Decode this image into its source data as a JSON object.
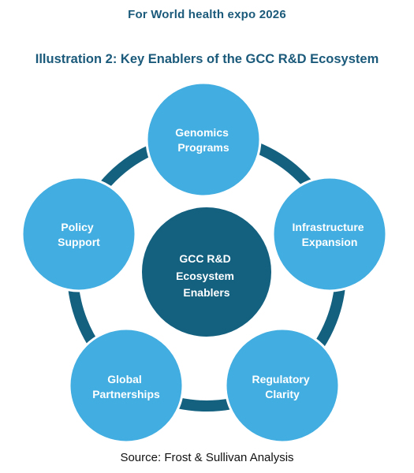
{
  "header": {
    "text": "For World health expo 2026"
  },
  "title": "Illustration 2: Key Enablers of the GCC R&D Ecosystem",
  "diagram": {
    "center": {
      "lines": [
        "GCC R&D",
        "Ecosystem",
        "Enablers"
      ]
    },
    "nodes": [
      {
        "id": "genomics",
        "lines": [
          "Genomics",
          "Programs"
        ]
      },
      {
        "id": "infrastructure",
        "lines": [
          "Infrastructure",
          "Expansion"
        ]
      },
      {
        "id": "regulatory",
        "lines": [
          "Regulatory",
          "Clarity"
        ]
      },
      {
        "id": "partnerships",
        "lines": [
          "Global",
          "Partnerships"
        ]
      },
      {
        "id": "policy",
        "lines": [
          "Policy",
          "Support"
        ]
      }
    ],
    "colors": {
      "node_fill": "#41ade0",
      "node_stroke": "#ffffff",
      "center_fill": "#13607f",
      "ring": "#13607f",
      "text": "#ffffff",
      "heading": "#1b5a7a"
    }
  },
  "source": "Source: Frost & Sullivan Analysis"
}
